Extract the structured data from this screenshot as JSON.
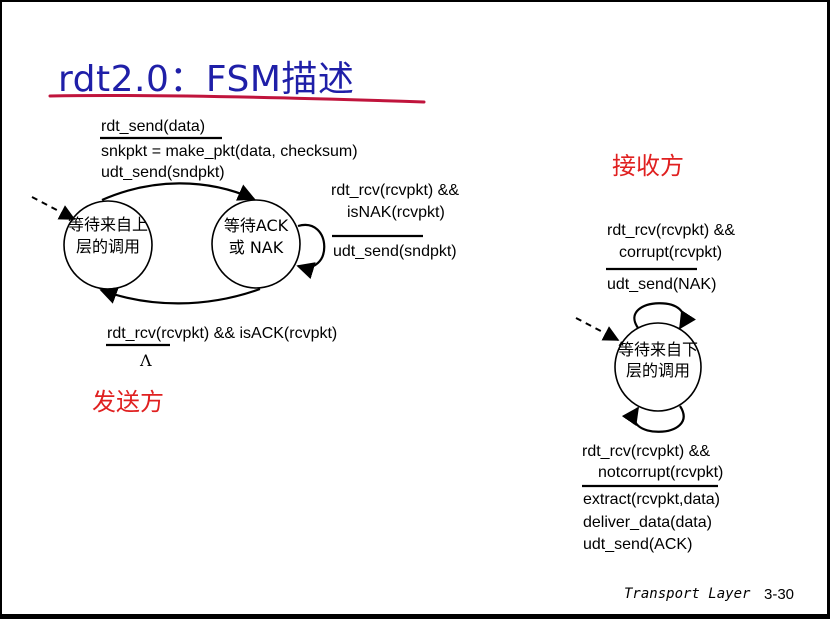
{
  "title": "rdt2.0：FSM描述",
  "sender": {
    "role_label": "发送方",
    "state_wait_call_line1": "等待来自上",
    "state_wait_call_line2": "层的调用",
    "state_wait_ack_line1": "等待ACK",
    "state_wait_ack_line2": "或 NAK",
    "send_event": "rdt_send(data)",
    "send_action_1": "snkpkt = make_pkt(data, checksum)",
    "send_action_2": "udt_send(sndpkt)",
    "nak_event_1": "rdt_rcv(rcvpkt) &&",
    "nak_event_2": "isNAK(rcvpkt)",
    "nak_action": "udt_send(sndpkt)",
    "ack_event": "rdt_rcv(rcvpkt) && isACK(rcvpkt)",
    "ack_action": "Λ"
  },
  "receiver": {
    "role_label": "接收方",
    "state_line1": "等待来自下",
    "state_line2": "层的调用",
    "corrupt_event_1": "rdt_rcv(rcvpkt) &&",
    "corrupt_event_2": "corrupt(rcvpkt)",
    "corrupt_action": "udt_send(NAK)",
    "ok_event_1": "rdt_rcv(rcvpkt) &&",
    "ok_event_2": "notcorrupt(rcvpkt)",
    "ok_action_1": "extract(rcvpkt,data)",
    "ok_action_2": "deliver_data(data)",
    "ok_action_3": "udt_send(ACK)"
  },
  "footer": {
    "section": "Transport Layer",
    "page": "3-30"
  },
  "colors": {
    "title": "#1f1fa8",
    "title_underline": "#c0143c",
    "role_label": "#e02020"
  }
}
